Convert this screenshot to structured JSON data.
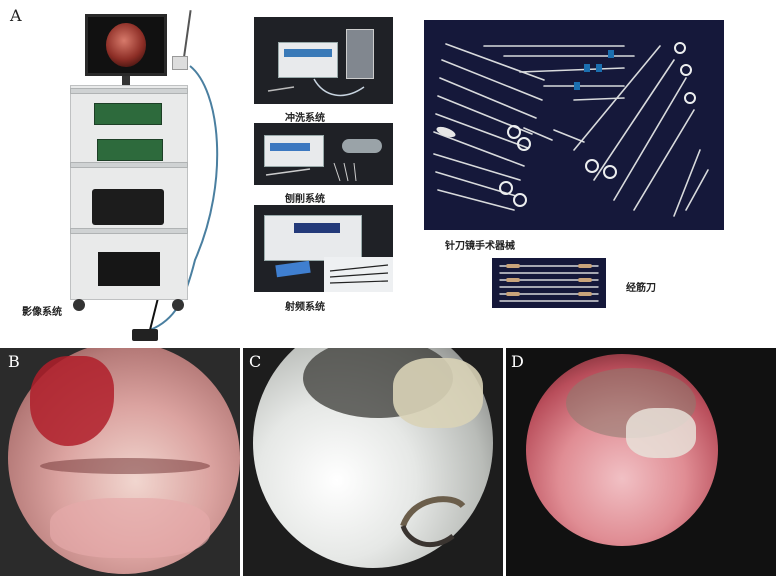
{
  "figure": {
    "panel_labels": {
      "a": "A",
      "b": "B",
      "c": "C",
      "d": "D"
    },
    "captions": {
      "imaging": "影像系统",
      "irrigation": "冲洗系统",
      "shaving": "刨削系统",
      "radiofrequency": "射频系统",
      "instruments": "针刀镜手术器械",
      "fascia_knife": "经筋刀"
    }
  },
  "colors": {
    "background": "#ffffff",
    "instrument_backdrop": "#15183a",
    "endoscope_pink": "#d9a3a1",
    "endoscope_red": "#b4222a"
  },
  "icons": [
    "tower-cart",
    "monitor",
    "irrigation-pump",
    "shaver-console",
    "radiofrequency-generator",
    "surgical-instruments",
    "fascia-knives",
    "endoscopic-view"
  ]
}
